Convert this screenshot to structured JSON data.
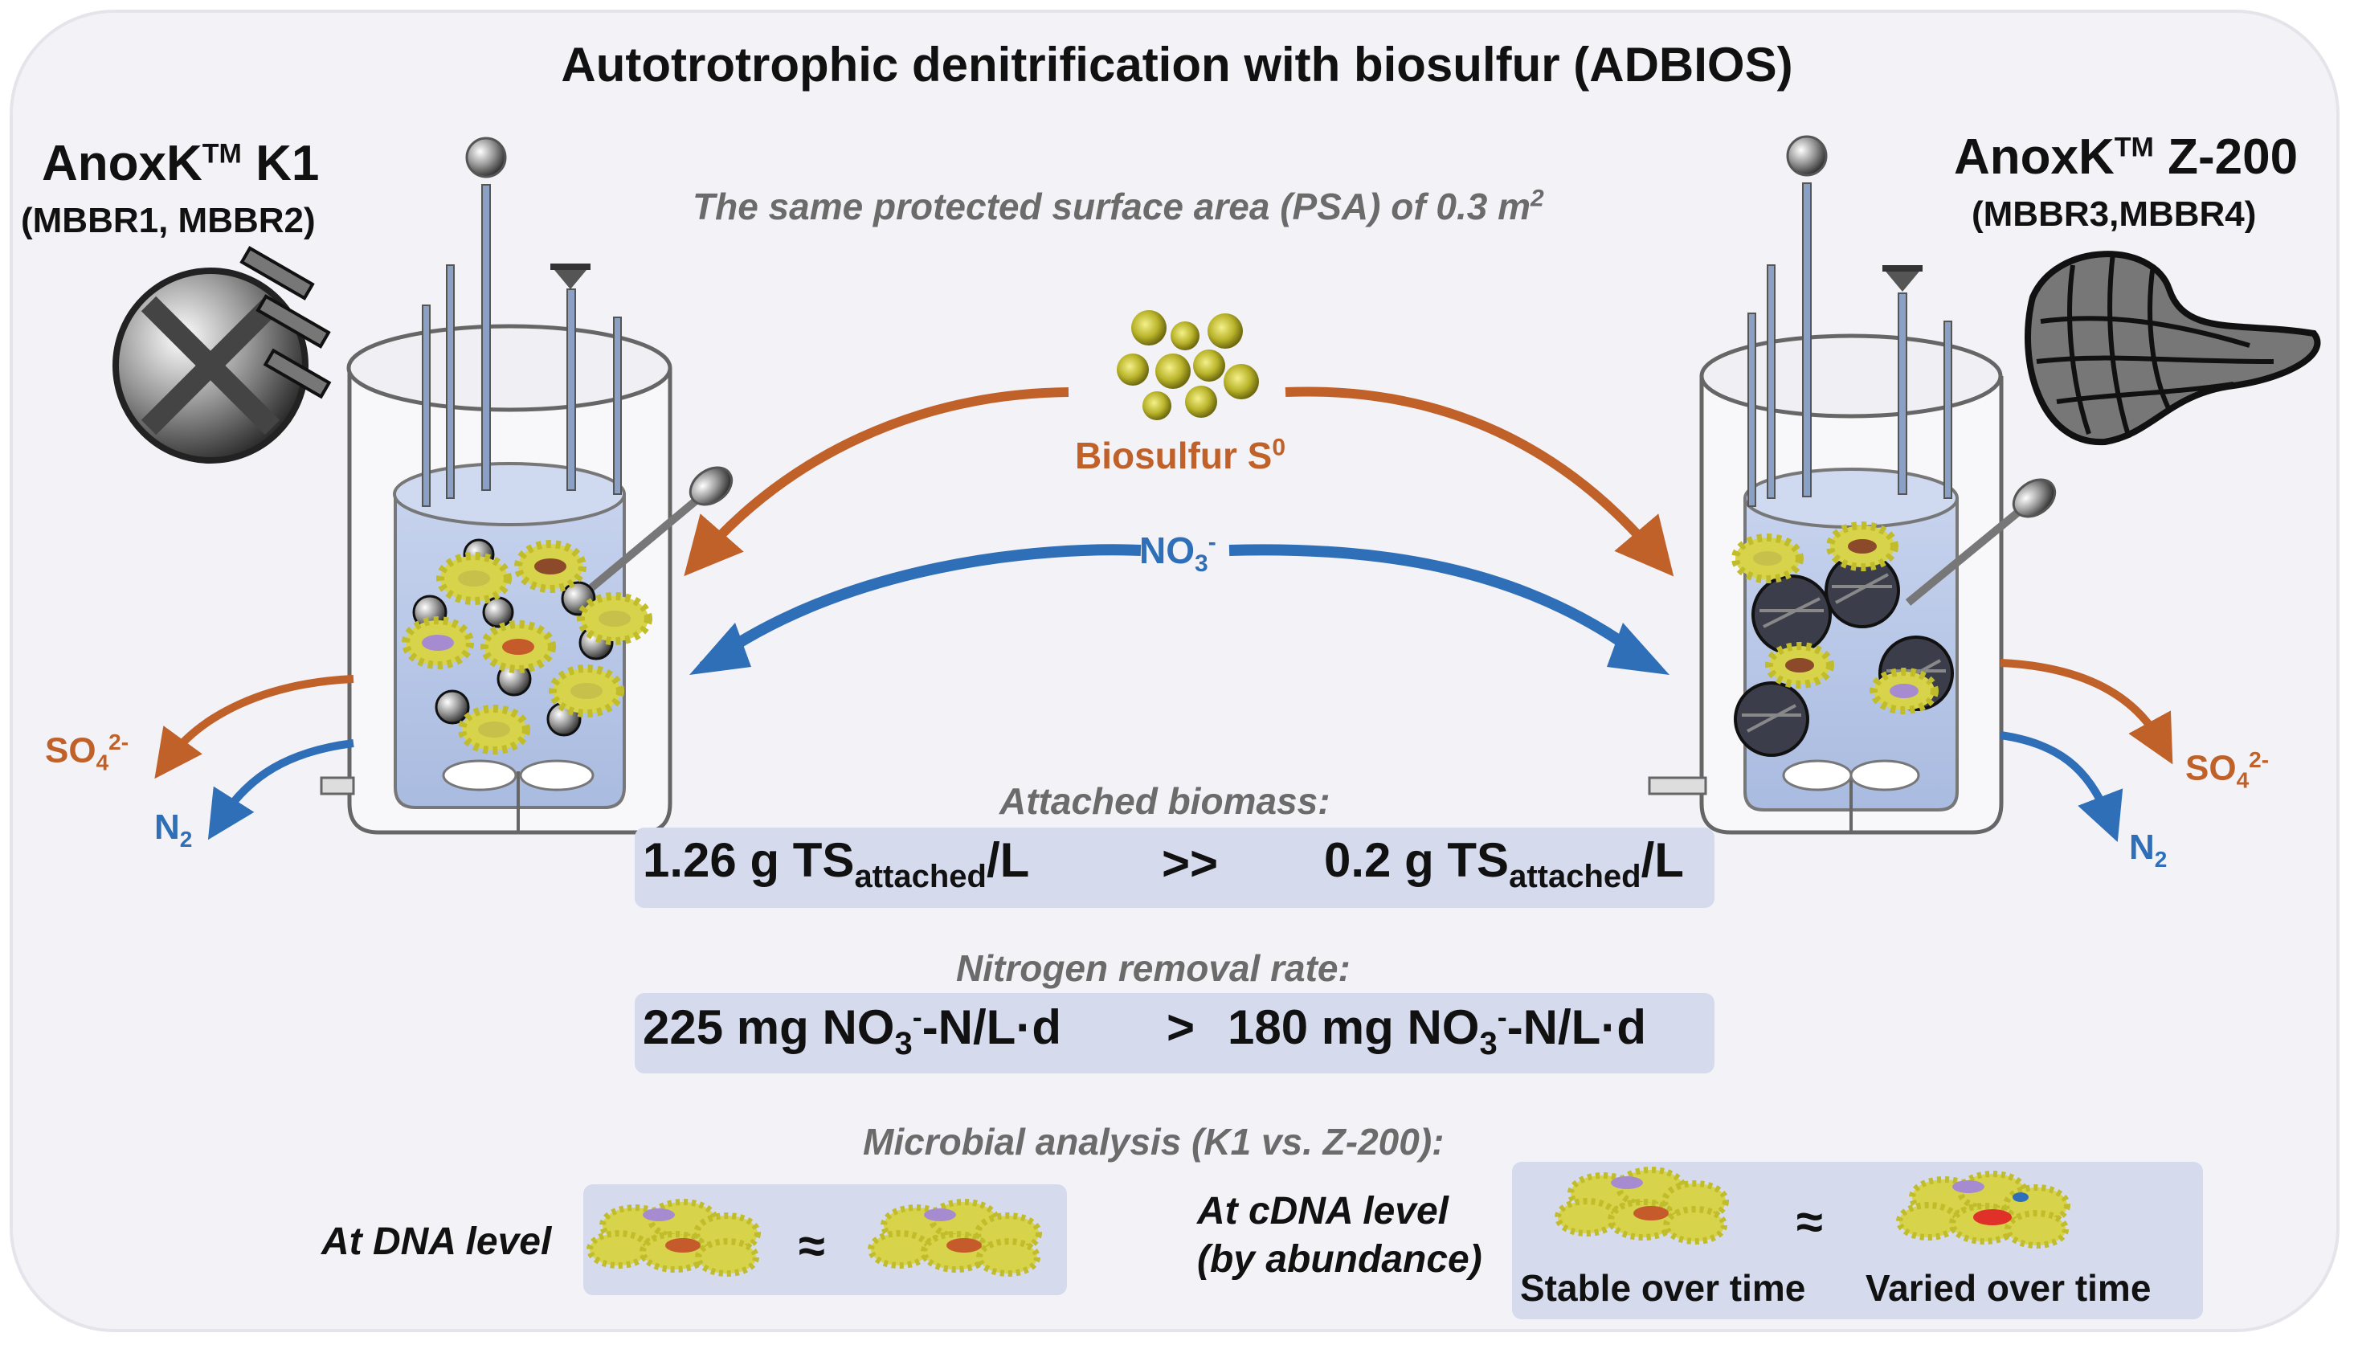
{
  "title": "Autotrotrophic denitrification with biosulfur (ADBIOS)",
  "left": {
    "brand": "AnoxK",
    "tm": "TM",
    "model": " K1",
    "reactors": "(MBBR1, MBBR2)"
  },
  "right": {
    "brand": "AnoxK",
    "tm": "TM",
    "model": " Z-200",
    "reactors": "(MBBR3,MBBR4)"
  },
  "psa": {
    "text": "The same protected surface area (PSA) of 0.3 m",
    "sup": "2"
  },
  "biosulfur": {
    "label": "Biosulfur S",
    "sup": "0"
  },
  "nitrate": {
    "base": "NO",
    "sub": "3",
    "sup": "-"
  },
  "products": {
    "sulfate": {
      "base": "SO",
      "sub": "4",
      "sup": "2-"
    },
    "nitrogen": {
      "base": "N",
      "sub": "2"
    }
  },
  "attached": {
    "heading": "Attached biomass:",
    "left": {
      "value": "1.26 g TS",
      "sub": "attached",
      "unit": "/L"
    },
    "compare": ">>",
    "right": {
      "value": "0.2 g TS",
      "sub": "attached",
      "unit": "/L"
    }
  },
  "nrr": {
    "heading": "Nitrogen removal rate:",
    "left": {
      "a": "225 mg NO",
      "sub": "3",
      "sup": "-",
      "b": "-N/L·d"
    },
    "compare": ">",
    "right": {
      "a": "180 mg NO",
      "sub": "3",
      "sup": "-",
      "b": "-N/L·d"
    }
  },
  "microbial": {
    "heading": "Microbial analysis (K1 vs. Z-200):",
    "dna_label": "At DNA level",
    "approx": "≈",
    "cdna_label_1": "At cDNA level",
    "cdna_label_2": "(by abundance)",
    "stable": "Stable over time",
    "varied": "Varied over time"
  },
  "colors": {
    "orange": "#c0612a",
    "blue": "#2f6fb8",
    "liquid": "#b8c8e6",
    "box": "#d5dbed",
    "biofilm": "#c9c33a"
  }
}
